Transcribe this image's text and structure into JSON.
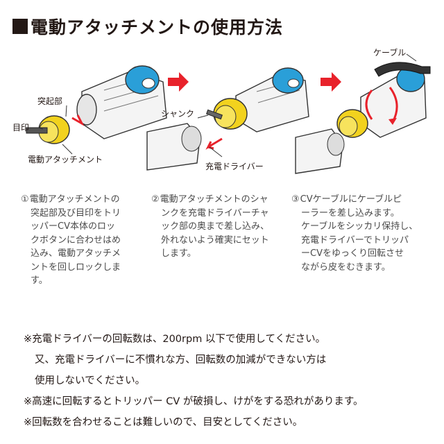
{
  "title": "電動アタッチメントの使用方法",
  "labels": {
    "protrusion": "突起部",
    "mark": "目印",
    "attachment": "電動アタッチメント",
    "shank": "シャンク",
    "driver": "充電ドライバー",
    "cable": "ケーブル"
  },
  "steps": [
    {
      "num": "①",
      "lines": [
        "電動アタッチメントの",
        "突起部及び目印をトリ",
        "ッパーCV本体のロッ",
        "クボタンに合わせはめ",
        "込み、電動アタッチメ",
        "ントを回しロックしま",
        "す。"
      ]
    },
    {
      "num": "②",
      "lines": [
        "電動アタッチメントのシャ",
        "ンクを充電ドライバーチャ",
        "ック部の奥まで差し込み、",
        "外れないよう確実にセット",
        "します。"
      ]
    },
    {
      "num": "③",
      "lines": [
        "CVケーブルにケーブルピ",
        "ーラーを差し込みます。",
        "ケーブルをシッカリ保持し、",
        "充電ドライバーでトリッパ",
        "ーCVをゆっくり回転させ",
        "ながら皮をむきます。"
      ]
    }
  ],
  "notes": [
    "※充電ドライバーの回転数は、200rpm 以下で使用してください。",
    "又、充電ドライバーに不慣れな方、回転数の加減ができない方は",
    "使用しないでください。",
    "※高速に回転するとトリッパー CV が破損し、けがをする恐れがあります。",
    "※回転数を合わせることは難しいので、目安としてください。"
  ],
  "colors": {
    "arrow": "#e8222b",
    "yellow": "#f2d21e",
    "blue": "#2a9fd8"
  }
}
